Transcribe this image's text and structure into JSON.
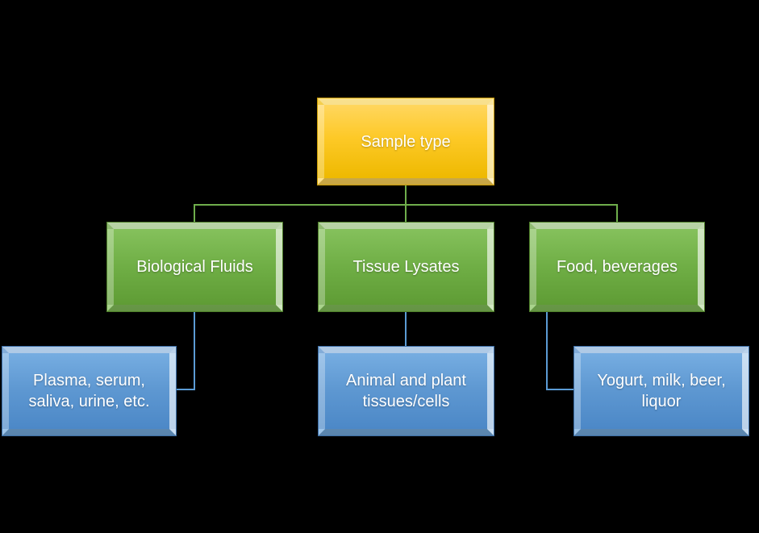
{
  "diagram": {
    "background_color": "#000000",
    "text_color": "#FFFFFF",
    "root": {
      "label": "Sample type",
      "fill": "#FFC000"
    },
    "branches": [
      {
        "label": "Biological Fluids",
        "fill": "#70AD47",
        "child": {
          "label": "Plasma, serum, saliva, urine, etc.",
          "fill": "#5B9BD5"
        }
      },
      {
        "label": "Tissue Lysates",
        "fill": "#70AD47",
        "child": {
          "label": "Animal and plant tissues/cells",
          "fill": "#5B9BD5"
        }
      },
      {
        "label": "Food, beverages",
        "fill": "#70AD47",
        "child": {
          "label": "Yogurt, milk, beer, liquor",
          "fill": "#5B9BD5"
        }
      }
    ],
    "connectors": {
      "upper_tier_color": "#6FAE4C",
      "lower_tier_color": "#5B9BD5"
    }
  }
}
